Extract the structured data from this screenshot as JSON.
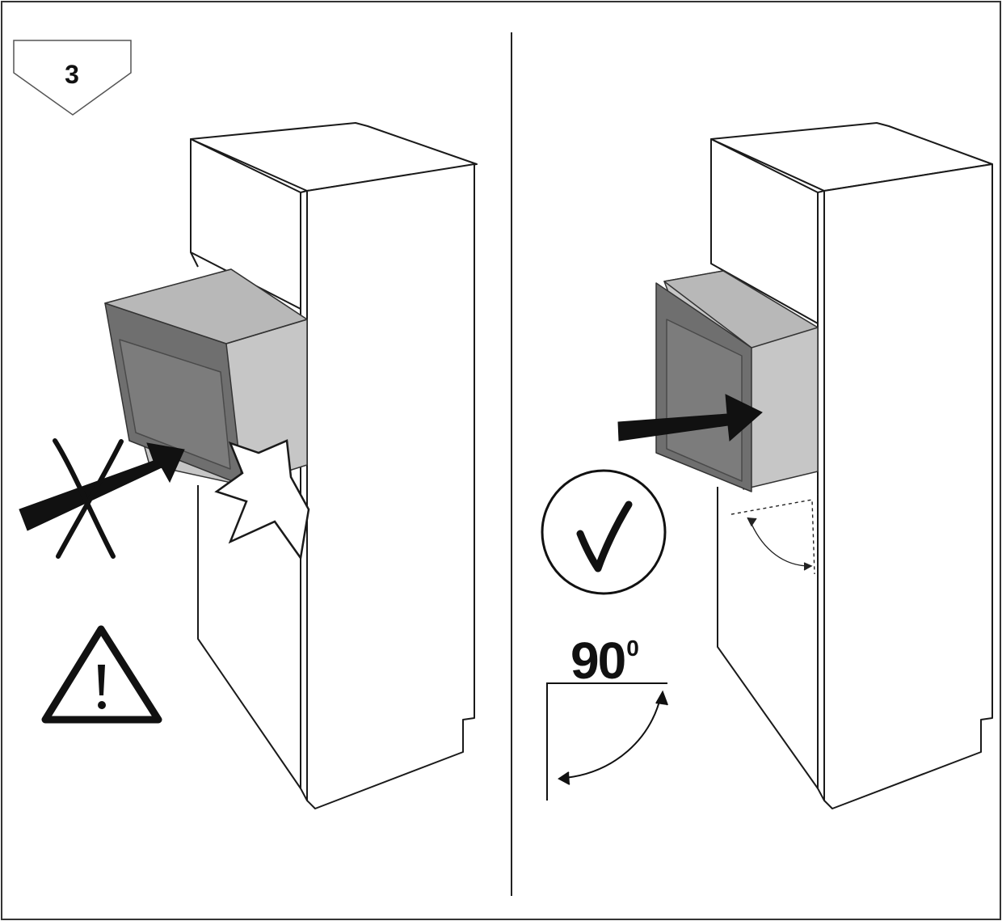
{
  "step": {
    "number": "3"
  },
  "angle": {
    "value": "90",
    "unit": "0"
  },
  "icons": {
    "wrong": "cross-icon",
    "warning": "warning-triangle-icon",
    "correct": "checkmark-circle-icon",
    "push_wrong": "arrow-right-icon",
    "push_correct": "arrow-right-icon",
    "impact": "impact-star-icon"
  },
  "colors": {
    "line": "#1a1a1a",
    "oven_body": "#c8c8c8",
    "oven_door": "#6e6e6e",
    "oven_door_frame": "#4a4a4a",
    "background": "#ffffff"
  }
}
